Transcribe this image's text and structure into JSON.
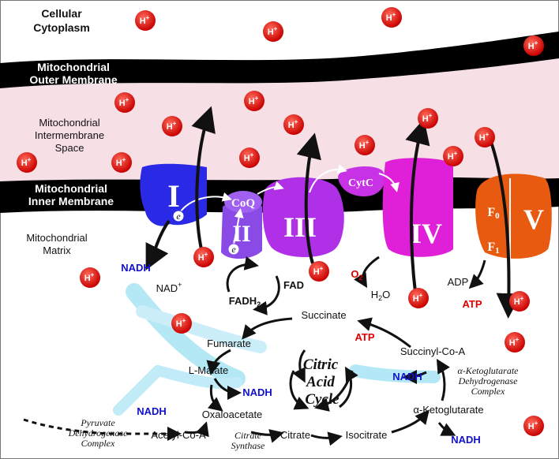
{
  "regions": {
    "cytoplasm": [
      "Cellular",
      "Cytoplasm"
    ],
    "outer_membrane": [
      "Mitochondrial",
      "Outer Membrane"
    ],
    "intermembrane": [
      "Mitochondrial",
      "Intermembrane",
      "Space"
    ],
    "inner_membrane": [
      "Mitochondrial",
      "Inner Membrane"
    ],
    "matrix": [
      "Mitochondrial",
      "Matrix"
    ]
  },
  "complexes": {
    "c1": "I",
    "c2": "II",
    "c3": "III",
    "c4": "IV",
    "c5": "V",
    "coq": "CoQ",
    "cytc": "CytC",
    "f0": "F",
    "f0_sub": "0",
    "f1": "F",
    "f1_sub": "1",
    "electron": "e"
  },
  "proton": {
    "base": "H",
    "charge": "+"
  },
  "molecules": {
    "nadh_main": "NADH",
    "nad_plus": "NAD",
    "nad_plus_sup": "+",
    "fadh2": "FADH",
    "fadh2_sub": "2",
    "fad": "FAD",
    "o2": "O",
    "o2_sub": "2",
    "h2o_h": "H",
    "h2o_sub": "2",
    "h2o_o": "O",
    "adp": "ADP",
    "atp_v": "ATP",
    "succinate": "Succinate",
    "atp_cycle": "ATP",
    "succinyl_coa": "Succinyl-Co-A",
    "fumarate": "Fumarate",
    "l_malate": "L-Malate",
    "nadh_malate": "NADH",
    "nadh_succinyl": "NADH",
    "oxaloacetate": "Oxaloacetate",
    "alpha_kg": "α-Ketoglutarate",
    "nadh_pyruvate": "NADH",
    "acetyl_coa": "Acetyl-Co-A",
    "citrate": "Citrate",
    "isocitrate": "Isocitrate",
    "nadh_isocitrate": "NADH"
  },
  "enzymes": {
    "akg_complex": [
      "α-Ketoglutarate",
      "Dehydrogenase",
      "Complex"
    ],
    "pyruvate_complex": [
      "Pyruvate",
      "Dehydrogenase",
      "Complex"
    ],
    "citrate_synthase": [
      "Citrate",
      "Synthase"
    ]
  },
  "cycle": [
    "Citric",
    "Acid",
    "Cycle"
  ],
  "colors": {
    "proton": "#e01010",
    "nadh": "#1111cc",
    "atp": "#e00000",
    "complex_1": "#2a2ae6",
    "complex_2": "#8a4ae6",
    "complex_3": "#b030e8",
    "complex_4": "#e020d8",
    "complex_5": "#e85a10",
    "membrane": "#000000",
    "intermembrane": "#f7dfe6",
    "flow": "#a8e4f4"
  }
}
